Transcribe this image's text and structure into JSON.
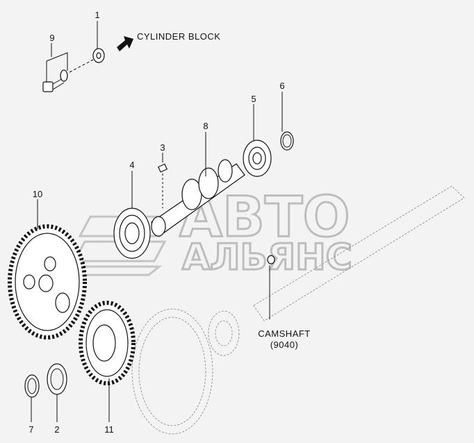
{
  "watermark": {
    "line1": "АВТО",
    "line2": "АЛЬЯНС"
  },
  "callouts": {
    "cylinder_block": "CYLINDER BLOCK",
    "camshaft_name": "CAMSHAFT",
    "camshaft_code": "(9040)"
  },
  "part_numbers": [
    {
      "id": "p1",
      "label": "1"
    },
    {
      "id": "p9",
      "label": "9"
    },
    {
      "id": "p6",
      "label": "6"
    },
    {
      "id": "p5",
      "label": "5"
    },
    {
      "id": "p8",
      "label": "8"
    },
    {
      "id": "p3",
      "label": "3"
    },
    {
      "id": "p4",
      "label": "4"
    },
    {
      "id": "p10",
      "label": "10"
    },
    {
      "id": "p7",
      "label": "7"
    },
    {
      "id": "p2",
      "label": "2"
    },
    {
      "id": "p11",
      "label": "11"
    }
  ]
}
